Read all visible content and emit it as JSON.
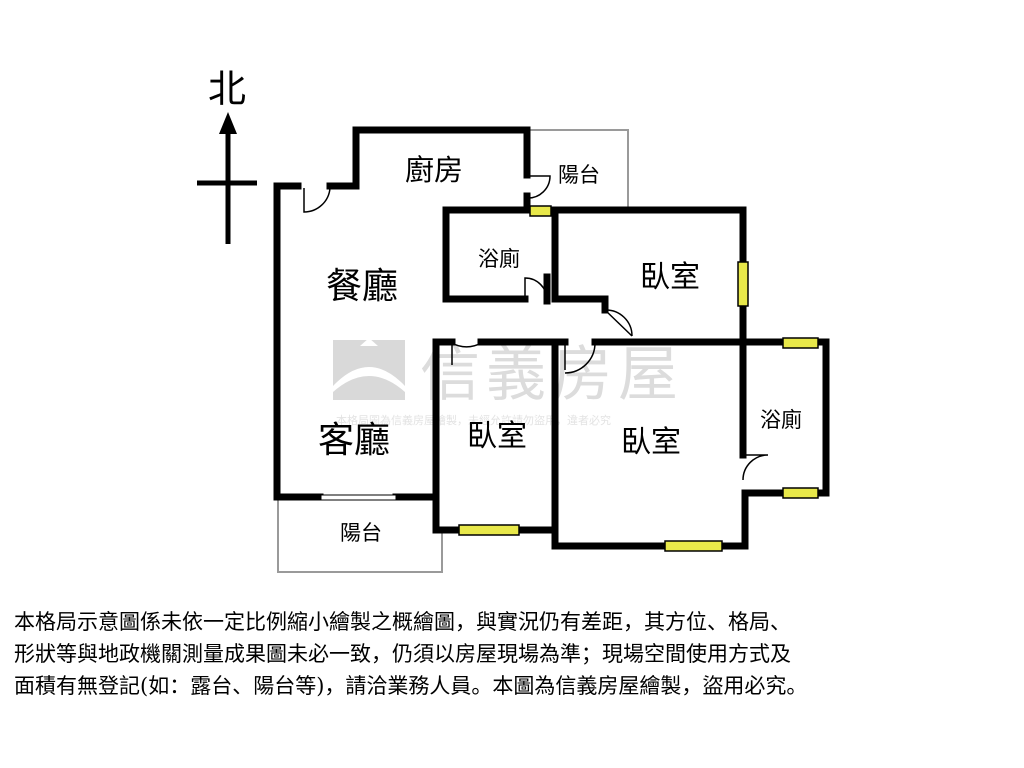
{
  "compass": {
    "north_label": "北"
  },
  "rooms": {
    "kitchen": "廚房",
    "balcony_north": "陽台",
    "dining": "餐廳",
    "bath_central": "浴廁",
    "bedroom_northeast": "臥室",
    "living": "客廳",
    "bedroom_small": "臥室",
    "bedroom_master": "臥室",
    "bath_east": "浴廁",
    "balcony_south": "陽台"
  },
  "watermark": {
    "brand": "信義房屋",
    "notice": "本格局圖為信義房屋繪製，未經允許請勿盜用，違者必究",
    "colors": {
      "logo": "#d9d9d9",
      "text": "#e3e3e3"
    }
  },
  "colors": {
    "wall": "#000000",
    "window": "#e8e84a",
    "outline": "#9a9a9a"
  },
  "disclaimer": {
    "lines": [
      "本格局示意圖係未依一定比例縮小繪製之概繪圖，與實況仍有差距，其方位、格局、",
      "形狀等與地政機關測量成果圖未必一致，仍須以房屋現場為準；現場空間使用方式及",
      "面積有無登記(如：露台、陽台等)，請洽業務人員。本圖為信義房屋繪製，盜用必究。"
    ]
  }
}
